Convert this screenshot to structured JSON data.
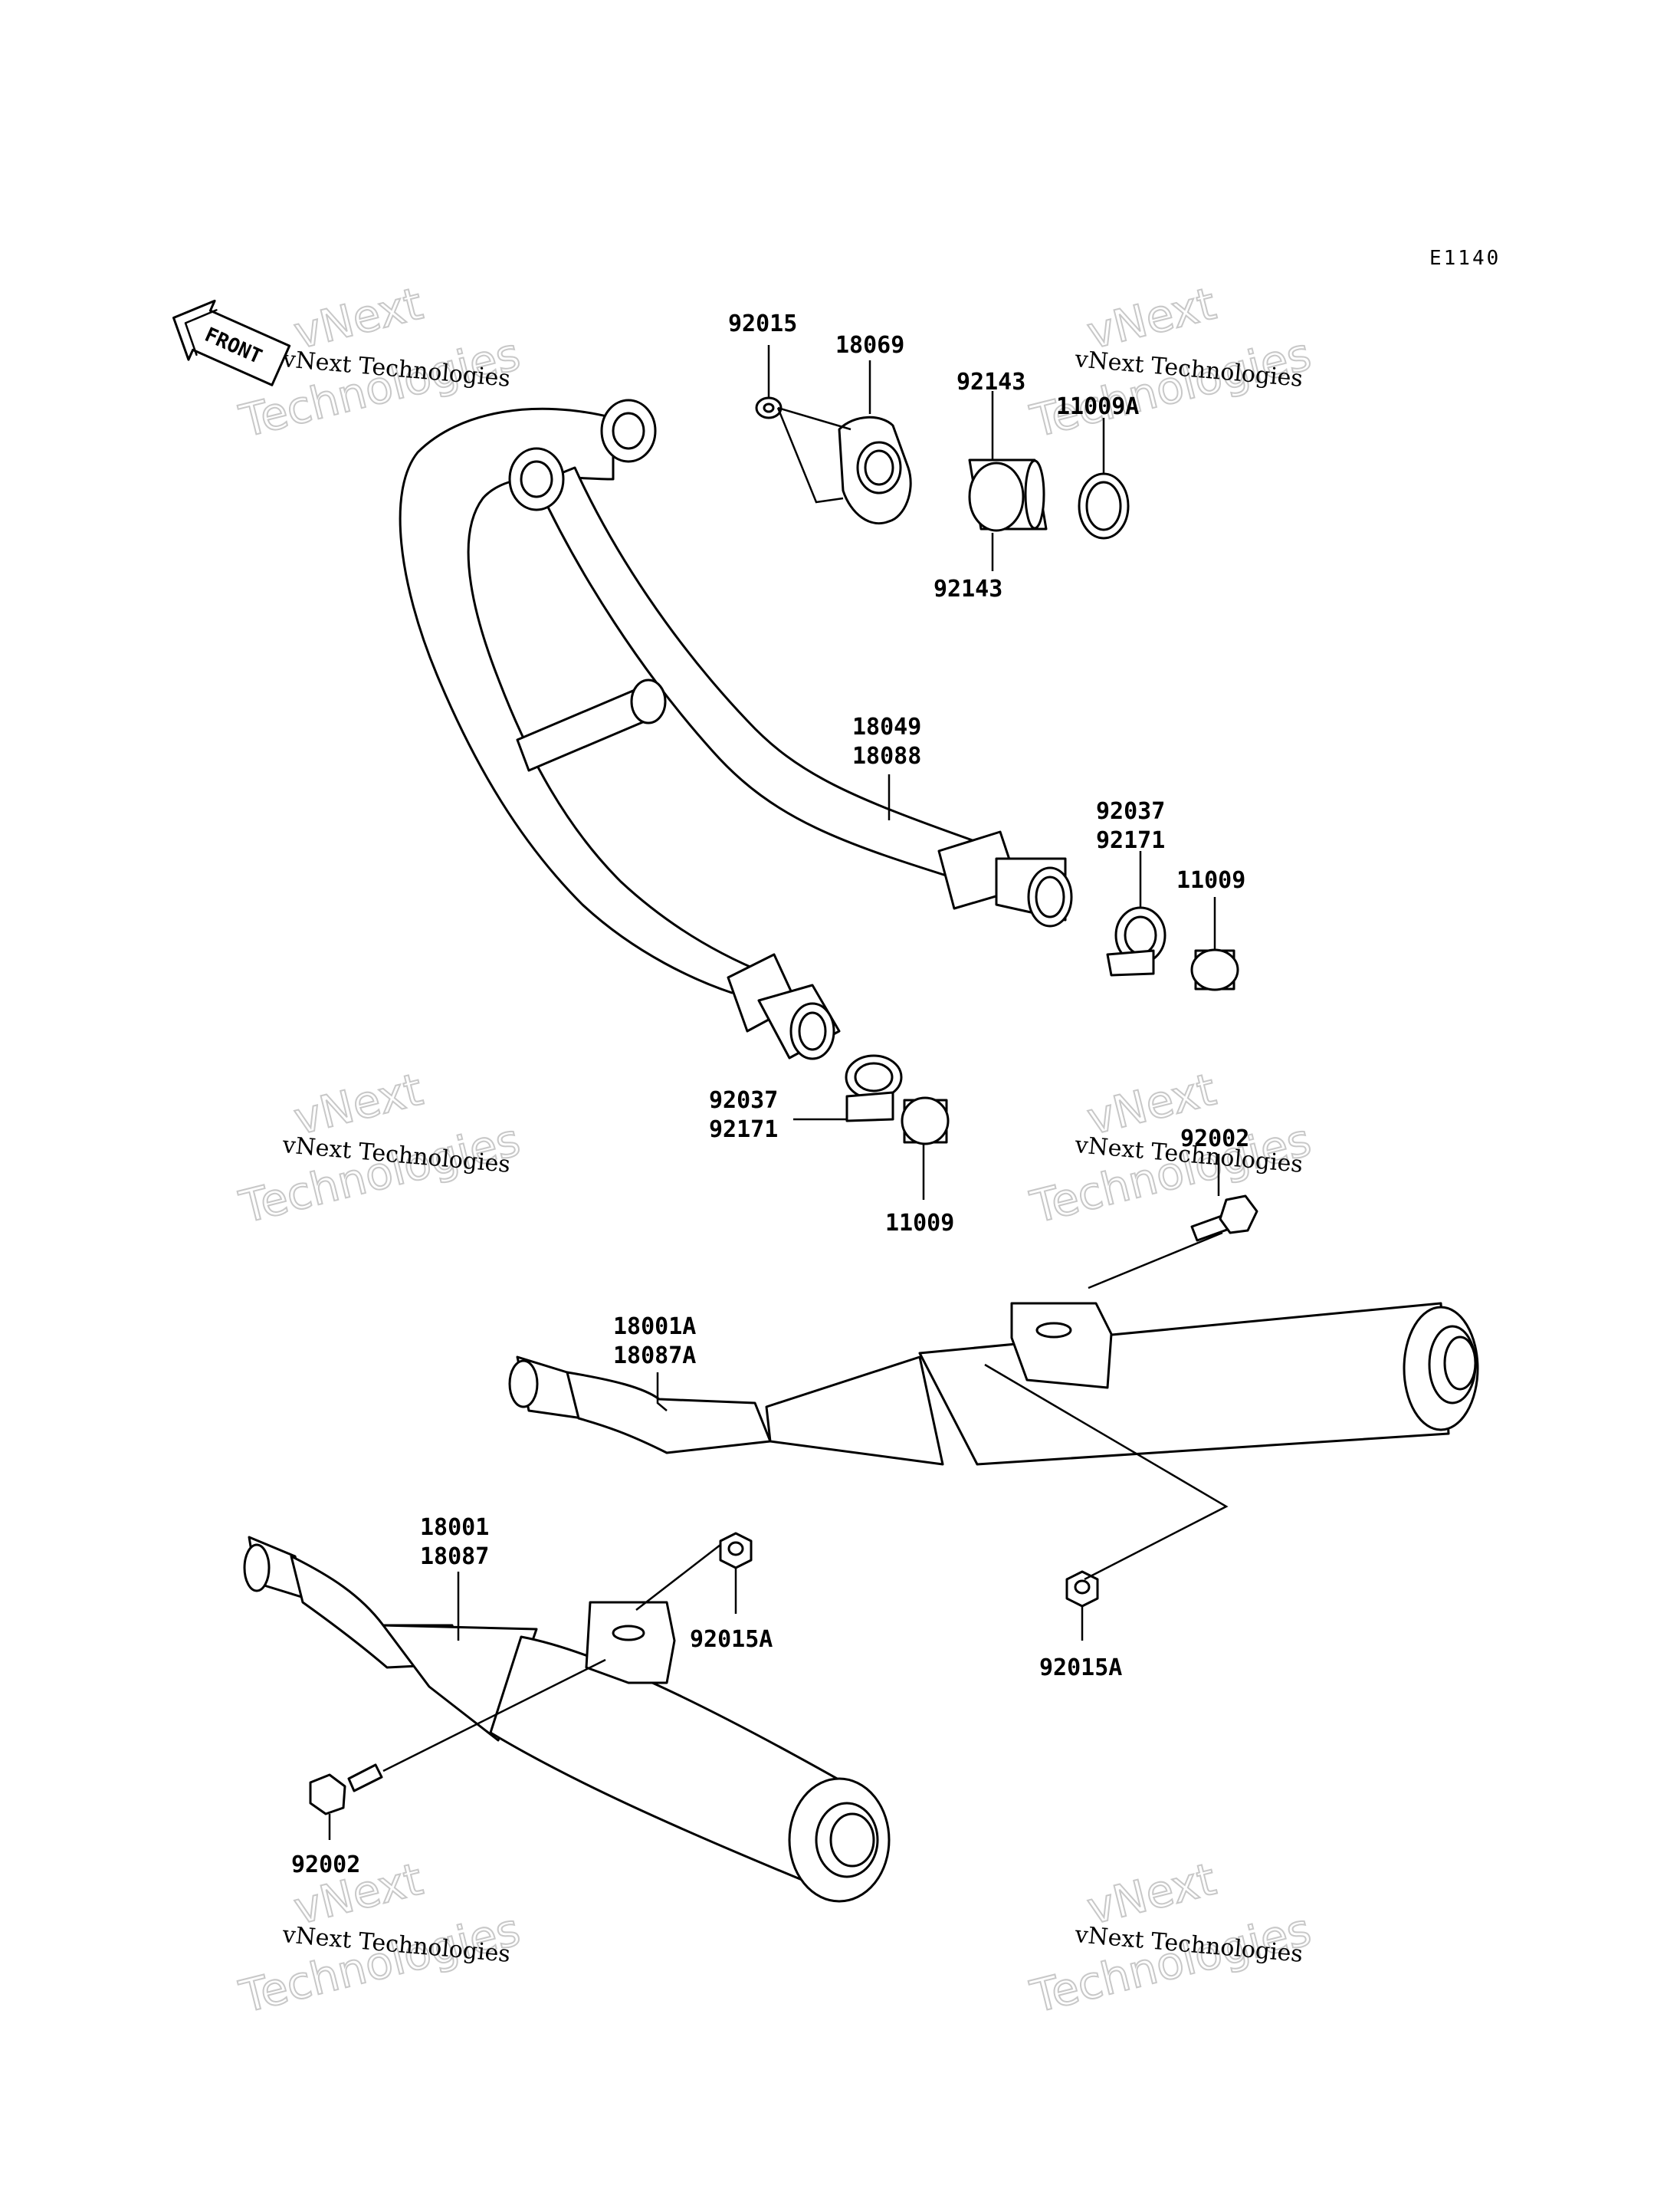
{
  "diagram_code": "E1140",
  "front_label": "FRONT",
  "watermark": {
    "brand_top": "vNext",
    "brand_line": "vNext Technologies",
    "brand_bottom": "Technologies"
  },
  "parts": {
    "p92015": "92015",
    "p18069": "18069",
    "p92143_top": "92143",
    "p92143_bottom": "92143",
    "p11009A": "11009A",
    "p18049": "18049",
    "p18088": "18088",
    "p92037_right": "92037",
    "p92171_right": "92171",
    "p11009_right": "11009",
    "p92037_left": "92037",
    "p92171_left": "92171",
    "p11009_left": "11009",
    "p92002_right": "92002",
    "p18001A": "18001A",
    "p18087A": "18087A",
    "p18001": "18001",
    "p18087": "18087",
    "p92015A_left": "92015A",
    "p92015A_right": "92015A",
    "p92002_left": "92002"
  },
  "colors": {
    "line": "#000000",
    "background": "#ffffff",
    "watermark_outline": "#c8c8c8"
  }
}
